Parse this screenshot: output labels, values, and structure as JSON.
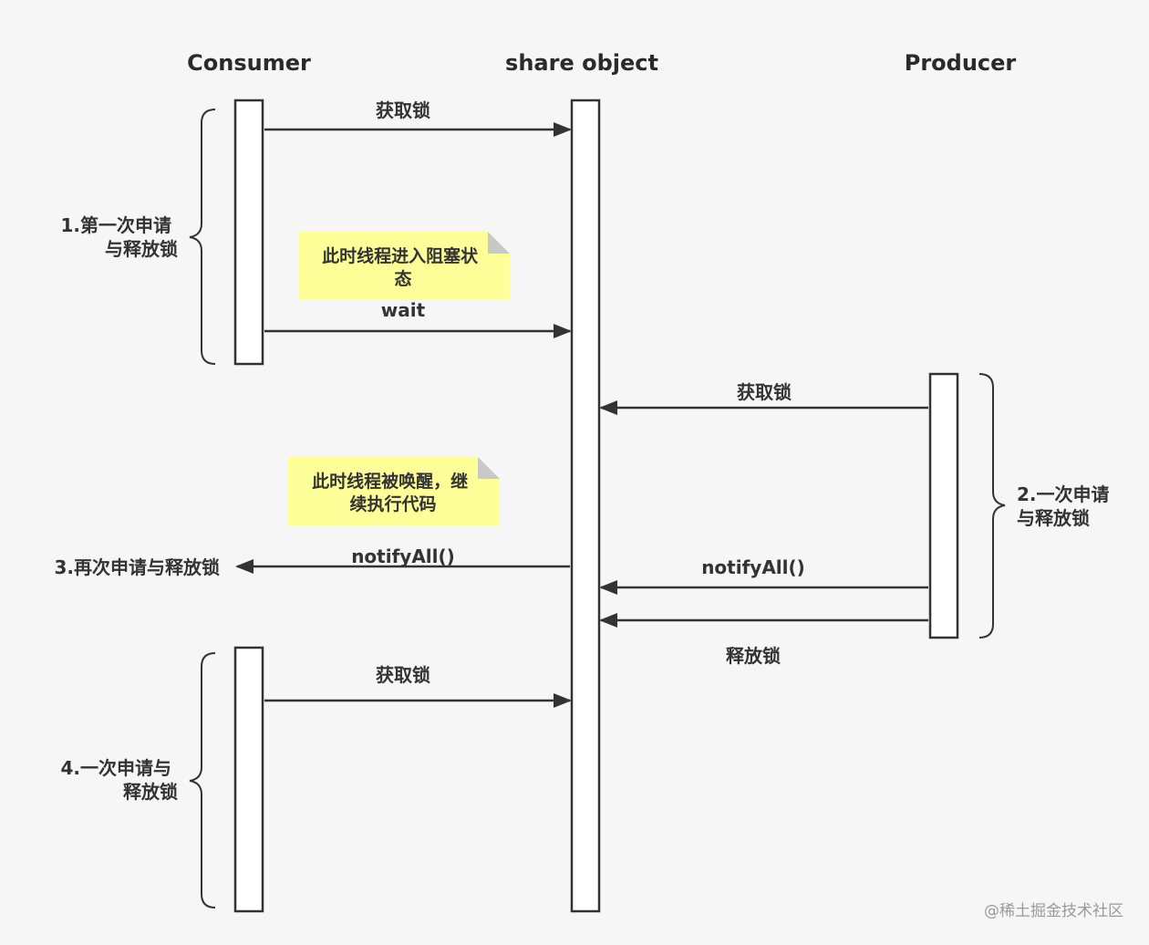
{
  "lifelines": {
    "consumer": "Consumer",
    "share_object": "share object",
    "producer": "Producer"
  },
  "messages": {
    "consumer_acquire_1": "获取锁",
    "consumer_wait": "wait",
    "producer_acquire": "获取锁",
    "producer_notify": "notifyAll()",
    "producer_release": "释放锁",
    "object_notify_consumer": "notifyAll()",
    "consumer_acquire_2": "获取锁"
  },
  "notes": {
    "blocked": [
      "此时线程进入阻塞状",
      "态"
    ],
    "woken": [
      "此时线程被唤醒，继",
      "续执行代码"
    ]
  },
  "phases": {
    "phase1": [
      "1.第一次申请",
      "与释放锁"
    ],
    "phase2": [
      "2.一次申请",
      "与释放锁"
    ],
    "phase3": "3.再次申请与释放锁",
    "phase4": [
      "4.一次申请与",
      "释放锁"
    ]
  },
  "watermark": "@稀土掘金技术社区",
  "colors": {
    "background": "#f6f6f6",
    "line": "#333333",
    "activation_fill": "#ffffff",
    "note_fill": "#ffff99",
    "note_fold": "#c8c8c8"
  }
}
